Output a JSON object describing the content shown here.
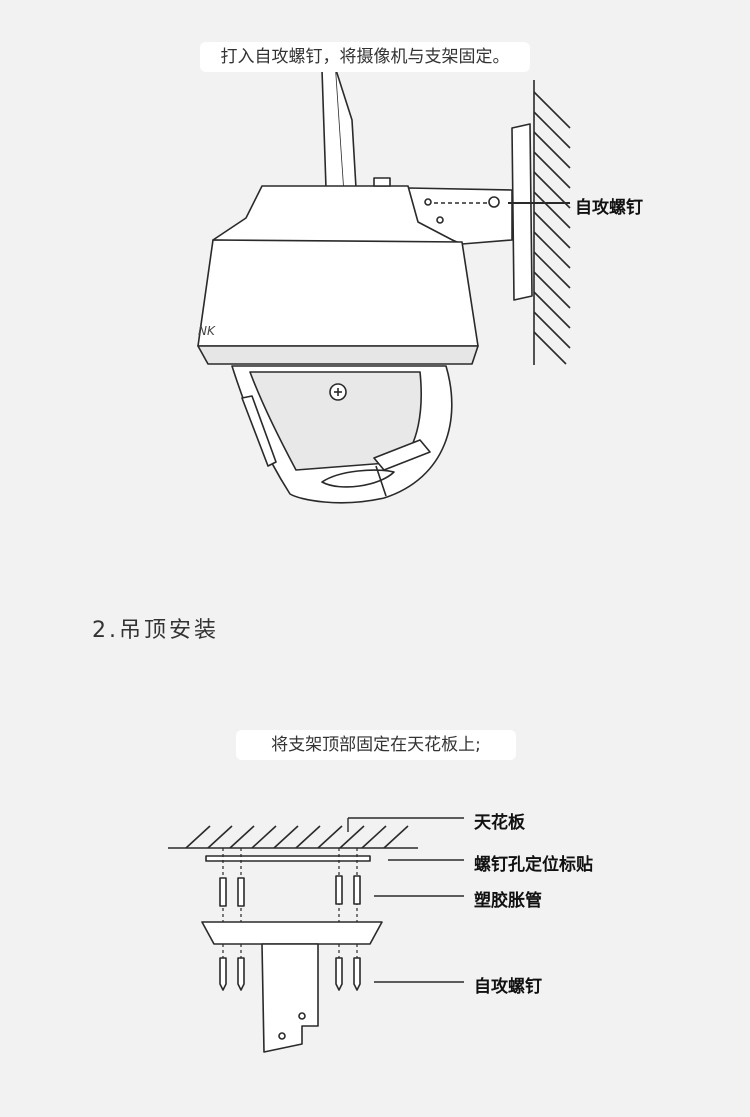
{
  "wall_mount": {
    "caption": "打入自攻螺钉，将摄像机与支架固定。",
    "brand_text": "NK",
    "screw_label": "自攻螺钉"
  },
  "ceiling_mount": {
    "heading": "2.吊顶安装",
    "caption": "将支架顶部固定在天花板上;",
    "labels": {
      "ceiling": "天花板",
      "sticker": "螺钉孔定位标贴",
      "anchor": "塑胶胀管",
      "screw": "自攻螺钉"
    }
  }
}
